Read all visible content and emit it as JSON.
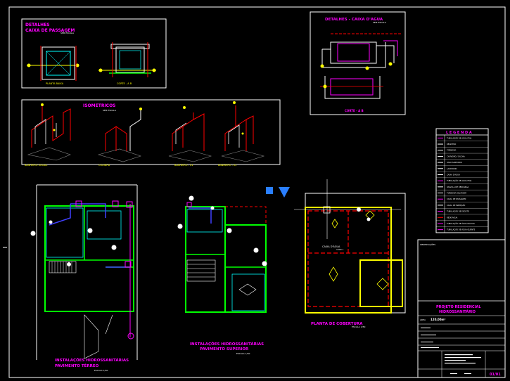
{
  "details": {
    "passage_box": {
      "title1": "DETALHES",
      "title2": "CAIXA DE PASSAGEM",
      "scale": "SEM ESCALA",
      "label_plan": "PLANTA BAIXA",
      "label_section": "CORTE - A B"
    },
    "water_tank": {
      "title": "DETALHES - CAIXA D'AGUA",
      "scale": "SEM ESCALA",
      "label_section": "CORTE - A B"
    },
    "isometrics": {
      "title": "ISOMETRICOS",
      "scale": "SEM ESCALA",
      "labels": [
        "BANHEIRO SOCIAL",
        "COZINHA",
        "BANHEIRO - 01",
        "BANHEIRO - 02"
      ]
    }
  },
  "legend": {
    "title": "L E G E N D A",
    "items": [
      "TUBULAÇÃO DE AGUA FRIA",
      "REGISTRO",
      "TORNEIRA",
      "CHUVEIRO / DUCHA",
      "VASO SANITARIO",
      "LAVATORIO",
      "CAIXA D'AGUA",
      "TUBULAÇÃO DE AGUA FRIA",
      "VALVULA DE DESCARGA",
      "TORNEIRA DE JARDIM",
      "CAIXA DE PASSAGEM",
      "CAIXA DE INSPEÇÃO",
      "TUBULAÇÃO DE ESGOTO",
      "REDE ÁGUA",
      "TUBULAÇÃO DE ÁGUA PLUVIAL",
      "TUBULAÇÃO DE ÁGUA QUENTE"
    ]
  },
  "plans": {
    "ground": {
      "title1": "INSTALAÇÕES HIDROSSANITÁRIAS",
      "title2": "PAVIMENTO TÉRREO",
      "scale": "ESCALA 1/50"
    },
    "upper": {
      "title1": "INSTALAÇÕES HIDROSSANITÁRIAS",
      "title2": "PAVIMENTO SUPERIOR",
      "scale": "ESCALA 1/50"
    },
    "roof": {
      "title": "PLANTA DE COBERTURA",
      "scale": "ESCALA 1/50",
      "note1": "CAIXA D'ÁGUA",
      "note2": "1000 L"
    }
  },
  "title_block": {
    "header": "PROJETO RESIDENCIAL",
    "subheader": "HIDROSSANITÁRIO",
    "area_label": "ÁREA",
    "area_value": "120,00m²",
    "sheet": "01/01",
    "notes_label": "OBSERVAÇÕES"
  },
  "colors": {
    "background": "#000000",
    "magenta": "#ff00ff",
    "red": "#ff0000",
    "yellow": "#ffff00",
    "cyan": "#00ffff",
    "green": "#00ff00",
    "white": "#ffffff",
    "blue": "#0000ff",
    "accent": "#2a7fff"
  }
}
